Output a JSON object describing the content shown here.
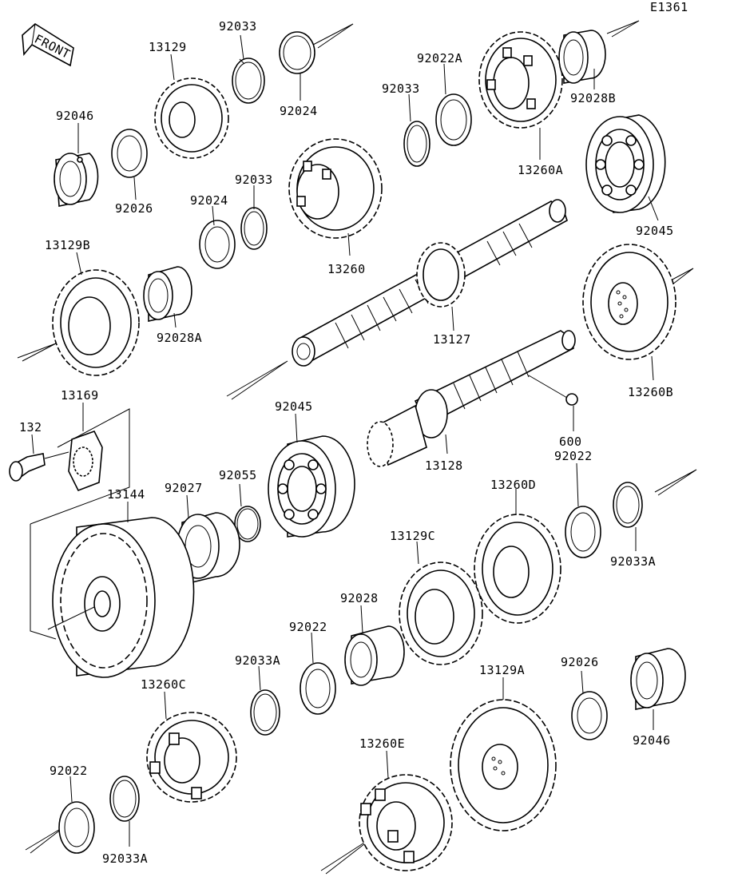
{
  "diagram_id": "E1361",
  "front_label": "FRONT",
  "parts": {
    "p92033_top": "92033",
    "p13129": "13129",
    "p92024_top": "92024",
    "p92046_top": "92046",
    "p92026_top": "92026",
    "p92022A": "92022A",
    "p92033_mid": "92033",
    "p92028B": "92028B",
    "p13260A": "13260A",
    "p92024_mid": "92024",
    "p92033_mid2": "92033",
    "p13260": "13260",
    "p92045_top": "92045",
    "p13129B": "13129B",
    "p92028A": "92028A",
    "p13127": "13127",
    "p13260B": "13260B",
    "p13169": "13169",
    "p132": "132",
    "p92045_mid": "92045",
    "p13128": "13128",
    "p600": "600",
    "p92022_mid": "92022",
    "p92027": "92027",
    "p92055": "92055",
    "p13144": "13144",
    "p13260D": "13260D",
    "p92033A_right": "92033A",
    "p13129C": "13129C",
    "p92028": "92028",
    "p92022_low": "92022",
    "p92033A_low": "92033A",
    "p13260C": "13260C",
    "p13129A": "13129A",
    "p92026_low": "92026",
    "p92046_low": "92046",
    "p13260E": "13260E",
    "p92022_bot": "92022",
    "p92033A_bot": "92033A"
  }
}
